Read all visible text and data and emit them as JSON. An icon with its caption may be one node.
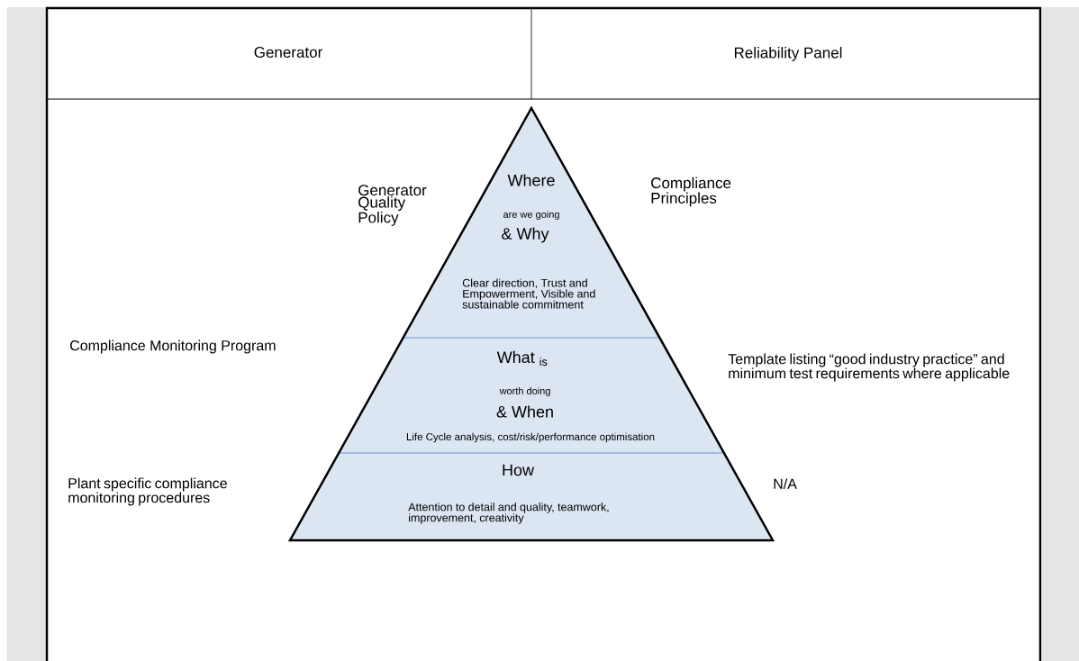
{
  "diagram": {
    "nodes": [
      {
        "text": [
          "Where",
          "are we going",
          "& Why",
          "Clear direction, Trust and Empowerment, Visible and sustainable commitment"
        ]
      },
      {
        "text": [
          "What $_{is}$",
          "worth doing",
          "& When",
          "Life Cycle analysis, cost/risk/performance optimisation"
        ]
      },
      {
        "text": [
          "How",
          "Attention to detail and quality, teamwork, improvement, creativity"
        ]
      }
    ],
    "labels": [
      "Generator",
      "Reliability Panel",
      "Generator Quality Policy",
      "Compliance Principles",
      "Compliance Monitoring Program",
      "Template listing “good industry practice” and minimum test requirements where applicable",
      "Plant specific compliance monitoring procedures",
      "N/A"
    ]
  }
}
